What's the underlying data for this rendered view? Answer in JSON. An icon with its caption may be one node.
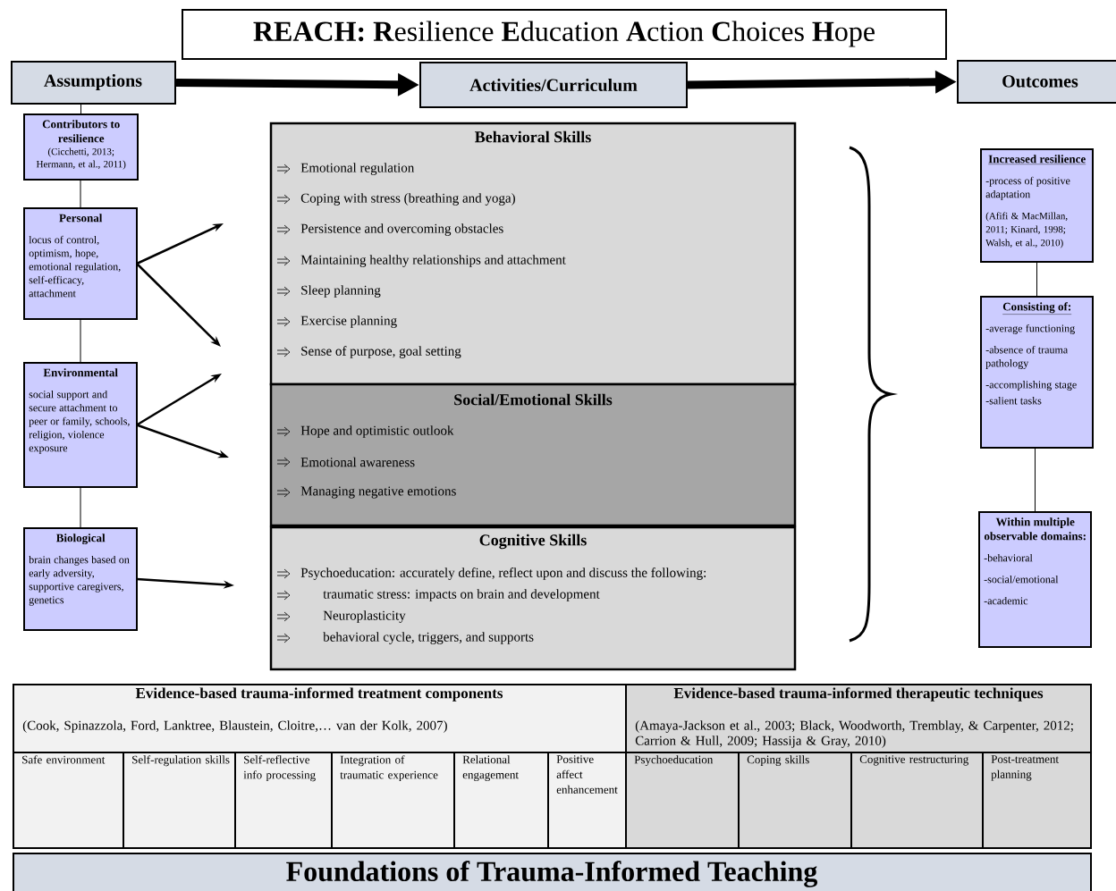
{
  "diagram": {
    "nodes": [
      {
        "text": [
          "**REACH: R**esilience **E**ducation **A**ction **C**hoices **H**ope"
        ]
      },
      {
        "text": [
          "Assumptions"
        ]
      },
      {
        "text": [
          "Activities/Curriculum"
        ]
      },
      {
        "text": [
          "Outcomes"
        ]
      },
      {
        "text": [
          "Contributors to resilience",
          "(Cicchetti, 2013; Hermann, et al., 2011)"
        ]
      },
      {
        "text": [
          "Personal",
          "locus of control, optimism, hope, emotional regulation, self-efficacy, attachment"
        ]
      },
      {
        "text": [
          "Environmental",
          "social support and secure attachment to peer or family, schools, religion, violence exposure"
        ]
      },
      {
        "text": [
          "Biological",
          "brain changes based on early adversity, supportive caregivers, genetics"
        ]
      },
      {
        "text": [
          "Behavioral Skills",
          "Emotional regulation",
          "Coping with stress (breathing and yoga)",
          "Persistence and overcoming obstacles",
          "Maintaining healthy relationships and attachment",
          "Sleep planning",
          "Exercise planning",
          "Sense of purpose, goal setting"
        ]
      },
      {
        "text": [
          "Social/Emotional Skills",
          "Hope and optimistic outlook",
          "Emotional awareness",
          "Managing negative emotions"
        ]
      },
      {
        "text": [
          "Cognitive Skills",
          "Psychoeducation: accurately define, reflect upon and discuss the following:",
          "traumatic stress: impacts on brain and development",
          "Neuroplasticity",
          "behavioral cycle, triggers, and supports"
        ]
      },
      {
        "text": [
          "Increased resilience",
          "-process of positive adaptation",
          "(Afifi & MacMillan, 2011; Kinard, 1998; Walsh, et al., 2010)"
        ]
      },
      {
        "text": [
          "Consisting of:",
          "-average functioning",
          "-absence of trauma pathology",
          "-accomplishing stage",
          "-salient tasks"
        ]
      },
      {
        "text": [
          "Within multiple observable domains:",
          "-behavioral",
          "-social/emotional",
          "-academic"
        ]
      },
      {
        "text": [
          "Evidence-based trauma-informed treatment components",
          "(Cook, Spinazzola, Ford, Lanktree, Blaustein, Cloitre,… van der Kolk, 2007)"
        ]
      },
      {
        "text": [
          "Evidence-based trauma-informed therapeutic techniques",
          "(Amaya-Jackson et al., 2003; Black, Woodworth, Tremblay, & Carpenter, 2012; Carrion & Hull, 2009; Hassija & Gray, 2010)"
        ]
      },
      {
        "text": [
          "Safe environment"
        ]
      },
      {
        "text": [
          "Self-regulation skills"
        ]
      },
      {
        "text": [
          "Self-reflective info processing"
        ]
      },
      {
        "text": [
          "Integration of traumatic experience"
        ]
      },
      {
        "text": [
          "Relational engagement"
        ]
      },
      {
        "text": [
          "Positive affect enhancement"
        ]
      },
      {
        "text": [
          "Psychoeducation"
        ]
      },
      {
        "text": [
          "Coping skills"
        ]
      },
      {
        "text": [
          "Cognitive restructuring"
        ]
      },
      {
        "text": [
          "Post-treatment planning"
        ]
      },
      {
        "text": [
          "Foundations of Trauma-Informed Teaching"
        ]
      }
    ],
    "edges": [
      {
        "from": 1,
        "to": 2,
        "arrow": "to",
        "style": "thick"
      },
      {
        "from": 2,
        "to": 3,
        "arrow": "to",
        "style": "thick"
      },
      {
        "from": 1,
        "to": 4,
        "arrow": "none"
      },
      {
        "from": 4,
        "to": 5,
        "arrow": "none"
      },
      {
        "from": 5,
        "to": 6,
        "arrow": "none"
      },
      {
        "from": 6,
        "to": 7,
        "arrow": "none"
      },
      {
        "from": 5,
        "to": null,
        "arrow": "to"
      },
      {
        "from": 5,
        "to": null,
        "arrow": "to"
      },
      {
        "from": 6,
        "to": null,
        "arrow": "to"
      },
      {
        "from": 6,
        "to": null,
        "arrow": "to"
      },
      {
        "from": 7,
        "to": null,
        "arrow": "to"
      },
      {
        "from": 11,
        "to": 12,
        "arrow": "none"
      },
      {
        "from": 12,
        "to": 13,
        "arrow": "none"
      }
    ]
  }
}
